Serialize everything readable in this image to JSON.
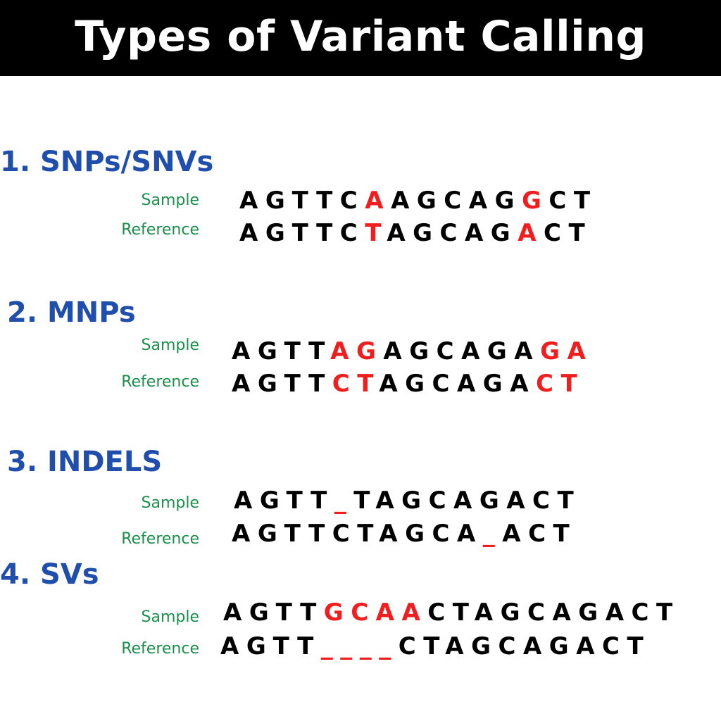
{
  "title": "Types of Variant Calling",
  "colors": {
    "heading": "#1f4eac",
    "label": "#1b8f4b",
    "highlight": "#f01e1e",
    "base": "#000000",
    "title_bg": "#000000",
    "title_text": "#ffffff"
  },
  "sections": [
    {
      "heading": "1. SNPs/SNVs",
      "rows": [
        {
          "label": "Sample",
          "segments": [
            {
              "text": "AGTTC",
              "hl": false
            },
            {
              "text": "A",
              "hl": true
            },
            {
              "text": "AGCAG",
              "hl": false
            },
            {
              "text": "G",
              "hl": true
            },
            {
              "text": "CT",
              "hl": false
            }
          ]
        },
        {
          "label": "Reference",
          "segments": [
            {
              "text": "AGTTC",
              "hl": false
            },
            {
              "text": "T",
              "hl": true
            },
            {
              "text": "AGCAG",
              "hl": false
            },
            {
              "text": "A",
              "hl": true
            },
            {
              "text": "CT",
              "hl": false
            }
          ]
        }
      ]
    },
    {
      "heading": "2. MNPs",
      "rows": [
        {
          "label": "Sample",
          "segments": [
            {
              "text": "AGTT",
              "hl": false
            },
            {
              "text": "AG",
              "hl": true
            },
            {
              "text": "AGCAGA",
              "hl": false
            },
            {
              "text": "GA",
              "hl": true
            }
          ]
        },
        {
          "label": "Reference",
          "segments": [
            {
              "text": "AGTT",
              "hl": false
            },
            {
              "text": "CT",
              "hl": true
            },
            {
              "text": "AGCAGA",
              "hl": false
            },
            {
              "text": "CT",
              "hl": true
            }
          ]
        }
      ]
    },
    {
      "heading": "3. INDELS",
      "rows": [
        {
          "label": "Sample",
          "segments": [
            {
              "text": "AGTT",
              "hl": false
            },
            {
              "text": "_",
              "hl": true
            },
            {
              "text": "TAGCAGACT",
              "hl": false
            }
          ]
        },
        {
          "label": "Reference",
          "segments": [
            {
              "text": "AGTTCTAGCA",
              "hl": false
            },
            {
              "text": "_",
              "hl": true
            },
            {
              "text": "ACT",
              "hl": false
            }
          ]
        }
      ]
    },
    {
      "heading": "4. SVs",
      "rows": [
        {
          "label": "Sample",
          "segments": [
            {
              "text": "AGTT",
              "hl": false
            },
            {
              "text": "GCAA",
              "hl": true
            },
            {
              "text": "CTAGCAGACT",
              "hl": false
            }
          ]
        },
        {
          "label": "Reference",
          "segments": [
            {
              "text": "AGTT",
              "hl": false
            },
            {
              "text": "____",
              "hl": true
            },
            {
              "text": "CTAGCAGACT",
              "hl": false
            }
          ]
        }
      ]
    }
  ]
}
